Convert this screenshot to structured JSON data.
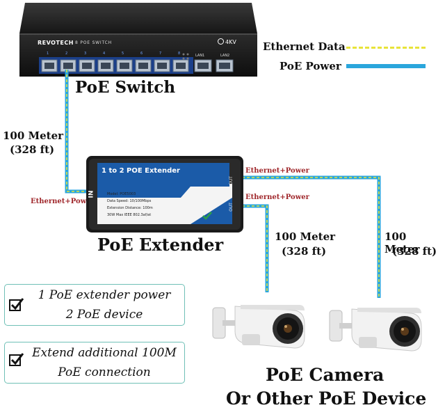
{
  "legend": {
    "ethernet_label": "Ethernet Data",
    "poe_label": "PoE Power",
    "ethernet_color": "#e8e33a",
    "poe_color": "#2aa6dc"
  },
  "switch": {
    "brand": "REVOTECH",
    "model_text": "8 POE SWITCH",
    "badge": "4KV",
    "port_numbers": [
      "1",
      "2",
      "3",
      "4",
      "5",
      "6",
      "7",
      "8"
    ],
    "lan1": "LAN1",
    "lan2": "LAN2",
    "title": "PoE Switch"
  },
  "extender": {
    "header": "1 to 2 POE Extender",
    "in_label": "IN",
    "out1": "OUT",
    "out2": "OUT",
    "model": "Model: POE5003",
    "speed": "Data Speed: 10/100Mbps",
    "distance": "Extension Distance: 100m",
    "spec": "30W Max  IEEE 802.3af/at",
    "title": "PoE Extender"
  },
  "cable_labels": {
    "left_distance": "100 Meter",
    "left_ft": "(328 ft)",
    "input_label": "Ethernet+Power",
    "out1_label": "Ethernet+Power",
    "out2_label": "Ethernet+Power",
    "cam1_distance": "100 Meter",
    "cam1_ft": "(328 ft)",
    "cam2_distance": "100 Meter",
    "cam2_ft": "(328 ft)"
  },
  "features": [
    {
      "line1": "1 PoE extender power",
      "line2": "2 PoE device"
    },
    {
      "line1": "Extend  additional 100M",
      "line2": "PoE connection"
    }
  ],
  "camera_caption": {
    "line1": "PoE Camera",
    "line2": "Or Other PoE Device"
  }
}
